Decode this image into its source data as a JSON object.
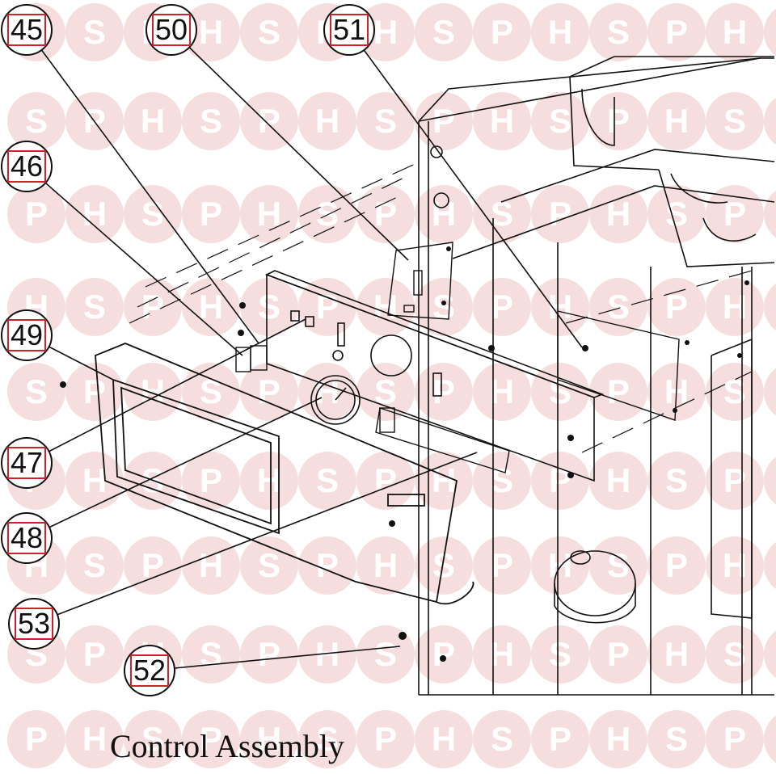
{
  "diagram": {
    "caption": "Control Assembly",
    "callouts": [
      {
        "id": "45",
        "label": "45"
      },
      {
        "id": "50",
        "label": "50"
      },
      {
        "id": "51",
        "label": "51"
      },
      {
        "id": "46",
        "label": "46"
      },
      {
        "id": "49",
        "label": "49"
      },
      {
        "id": "47",
        "label": "47"
      },
      {
        "id": "48",
        "label": "48"
      },
      {
        "id": "53",
        "label": "53"
      },
      {
        "id": "52",
        "label": "52"
      }
    ],
    "watermark": {
      "letters": [
        "H",
        "S",
        "P"
      ],
      "color": "#f6dede"
    }
  }
}
